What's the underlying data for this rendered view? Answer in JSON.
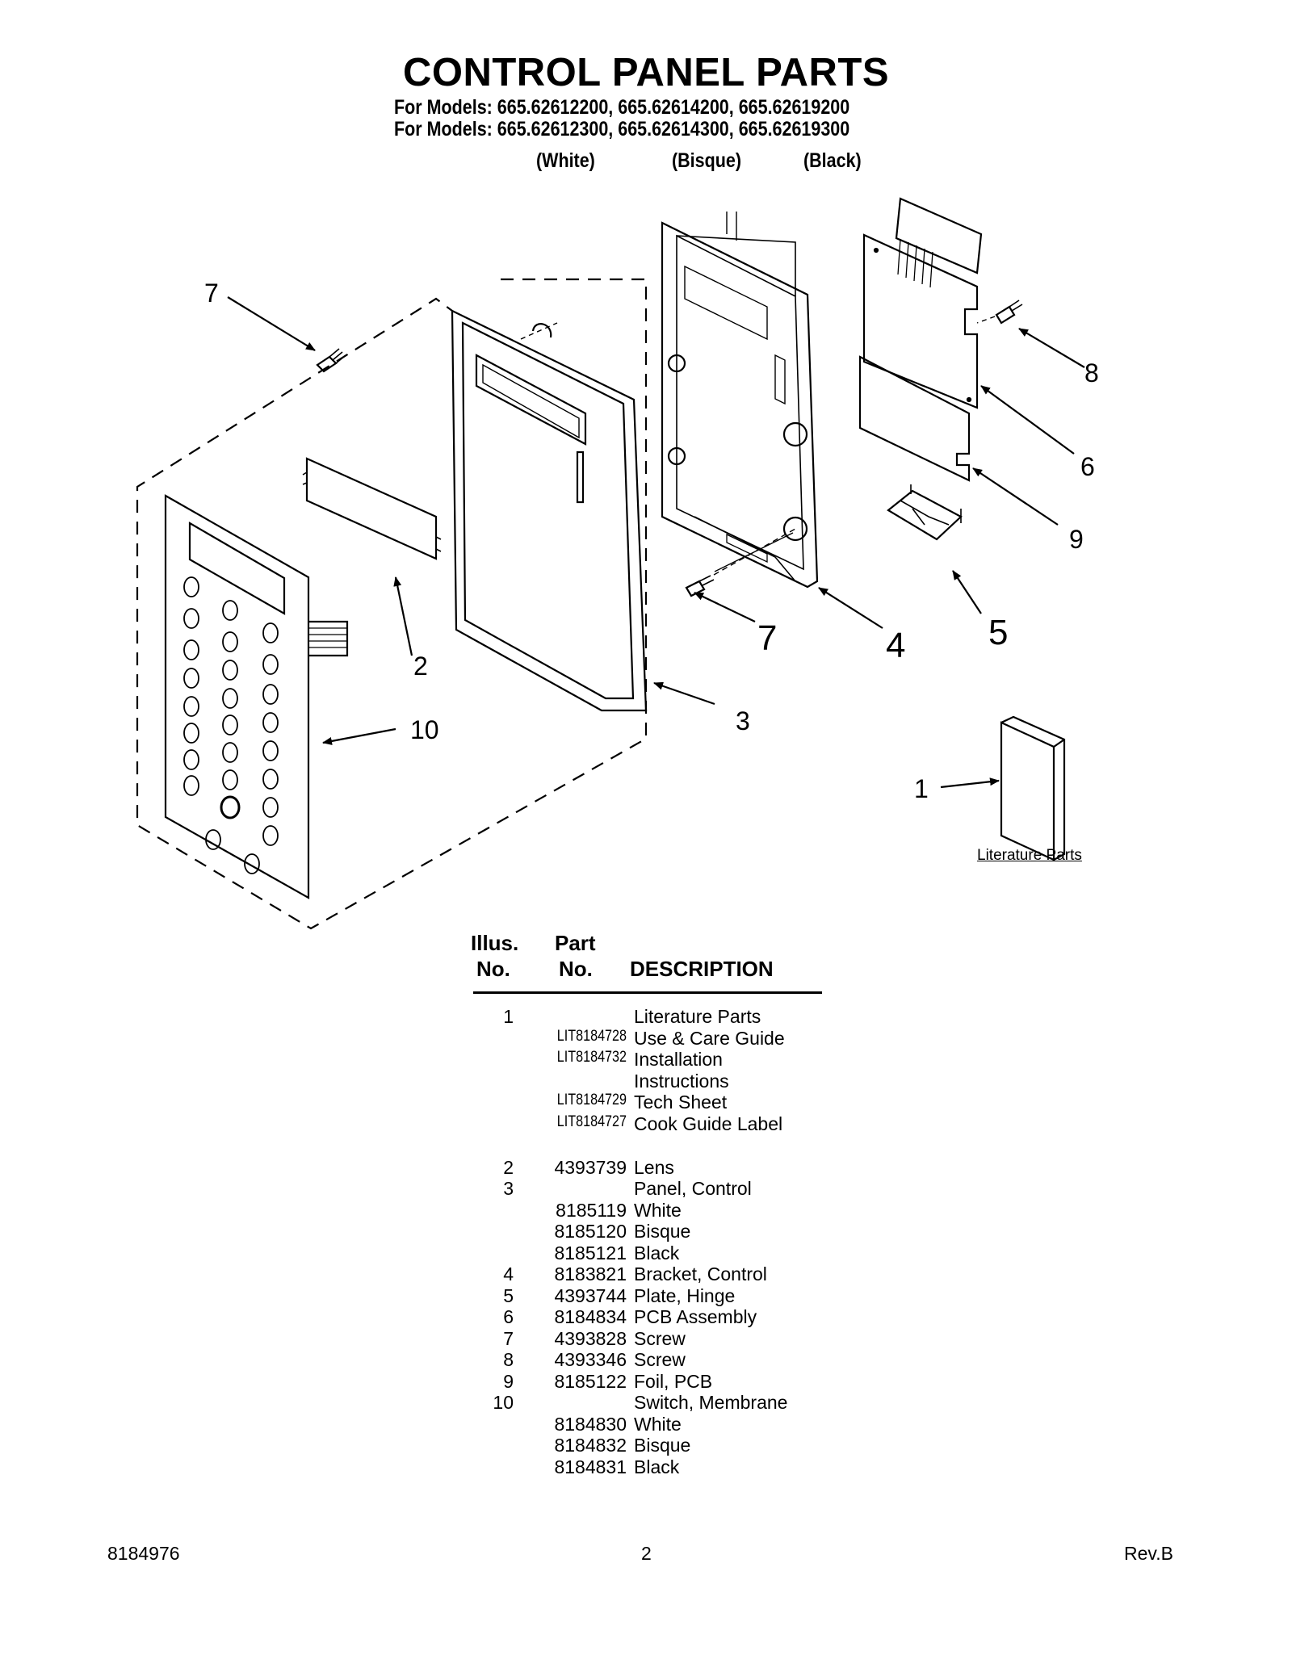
{
  "header": {
    "title": "CONTROL PANEL PARTS",
    "models_line_1": "For Models: 665.62612200, 665.62614200, 665.62619200",
    "models_line_2": "For Models: 665.62612300, 665.62614300, 665.62619300",
    "color_white": "(White)",
    "color_bisque": "(Bisque)",
    "color_black": "(Black)"
  },
  "diagram": {
    "callouts": [
      "7",
      "8",
      "6",
      "9",
      "2",
      "5",
      "7",
      "4",
      "3",
      "10",
      "1"
    ],
    "literature_caption": "Literature Parts"
  },
  "table": {
    "headers": {
      "illus_1": "Illus.",
      "illus_2": "No.",
      "part_1": "Part",
      "part_2": "No.",
      "description": "DESCRIPTION"
    },
    "rows": [
      {
        "illus": "1",
        "part": "",
        "desc": "Literature Parts"
      },
      {
        "illus": "",
        "part": "LIT8184728",
        "desc": "Use & Care Guide"
      },
      {
        "illus": "",
        "part": "LIT8184732",
        "desc": "Installation"
      },
      {
        "illus": "",
        "part": "",
        "desc": "Instructions"
      },
      {
        "illus": "",
        "part": "LIT8184729",
        "desc": "Tech Sheet"
      },
      {
        "illus": "",
        "part": "LIT8184727",
        "desc": "Cook Guide Label"
      },
      {
        "illus": "2",
        "part": "4393739",
        "desc": "Lens"
      },
      {
        "illus": "3",
        "part": "",
        "desc": "Panel, Control"
      },
      {
        "illus": "",
        "part": "8185119",
        "desc": "White"
      },
      {
        "illus": "",
        "part": "8185120",
        "desc": "Bisque"
      },
      {
        "illus": "",
        "part": "8185121",
        "desc": "Black"
      },
      {
        "illus": "4",
        "part": "8183821",
        "desc": "Bracket, Control"
      },
      {
        "illus": "5",
        "part": "4393744",
        "desc": "Plate, Hinge"
      },
      {
        "illus": "6",
        "part": "8184834",
        "desc": "PCB Assembly"
      },
      {
        "illus": "7",
        "part": "4393828",
        "desc": "Screw"
      },
      {
        "illus": "8",
        "part": "4393346",
        "desc": "Screw"
      },
      {
        "illus": "9",
        "part": "8185122",
        "desc": "Foil, PCB"
      },
      {
        "illus": "10",
        "part": "",
        "desc": "Switch, Membrane"
      },
      {
        "illus": "",
        "part": "8184830",
        "desc": "White"
      },
      {
        "illus": "",
        "part": "8184832",
        "desc": "Bisque"
      },
      {
        "illus": "",
        "part": "8184831",
        "desc": "Black"
      }
    ]
  },
  "footer": {
    "doc_number": "8184976",
    "page_number": "2",
    "revision": "Rev.B"
  }
}
